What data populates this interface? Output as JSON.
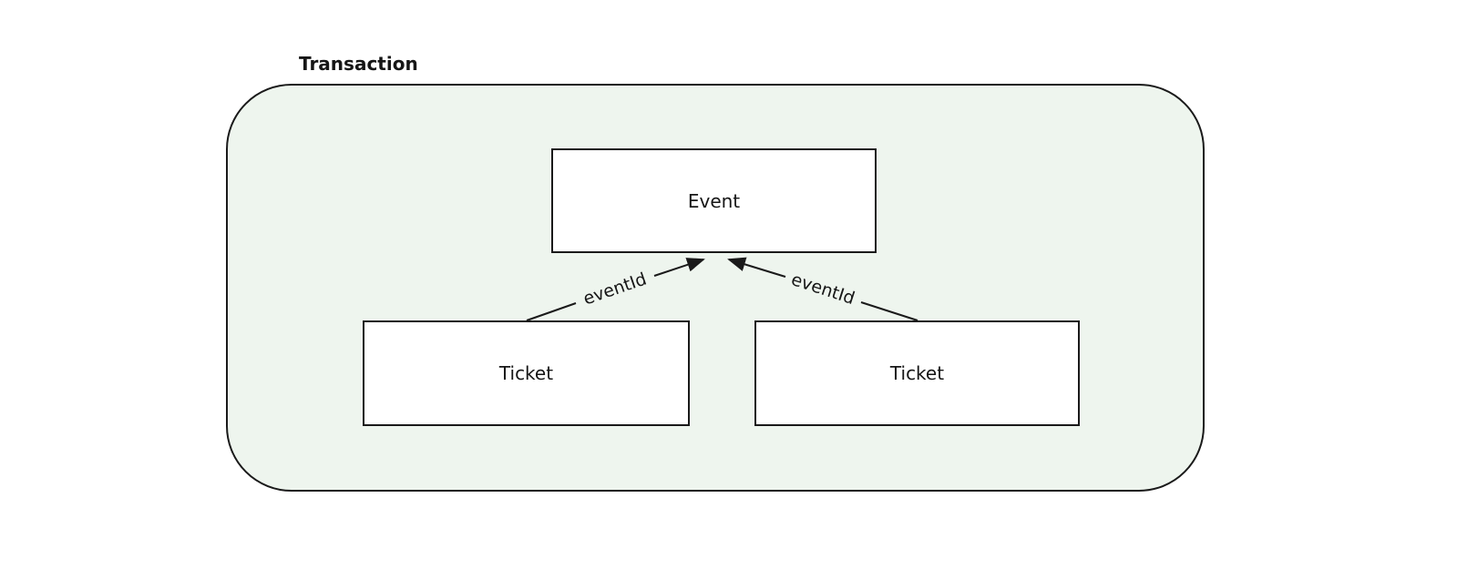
{
  "diagram": {
    "type": "entity-relationship",
    "title": "Transaction",
    "container": {
      "label": "Transaction",
      "fill_color": "#eef5ee",
      "border_color": "#1a1a1a"
    },
    "nodes": [
      {
        "id": "event",
        "label": "Event",
        "fill_color": "#ffffff"
      },
      {
        "id": "ticket-left",
        "label": "Ticket",
        "fill_color": "#ffffff"
      },
      {
        "id": "ticket-right",
        "label": "Ticket",
        "fill_color": "#ffffff"
      }
    ],
    "edges": [
      {
        "from": "ticket-left",
        "to": "event",
        "label": "eventId",
        "arrow": "to"
      },
      {
        "from": "ticket-right",
        "to": "event",
        "label": "eventId",
        "arrow": "to"
      }
    ]
  }
}
